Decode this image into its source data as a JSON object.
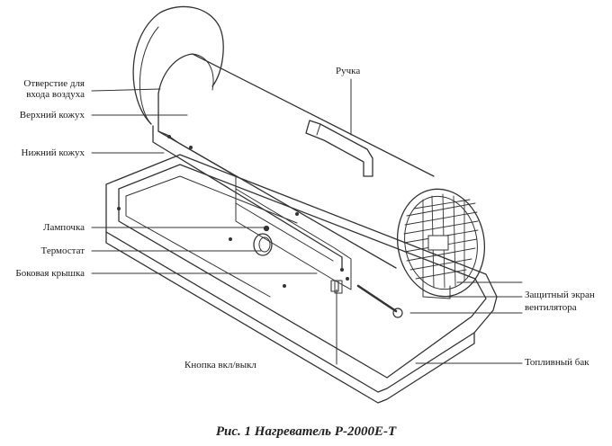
{
  "labels": {
    "air_inlet_line1": "Отверстие для",
    "air_inlet_line2": "входа воздуха",
    "upper_casing": "Верхний кожух",
    "lower_casing": "Нижний кожух",
    "lamp": "Лампочка",
    "thermostat": "Термостат",
    "side_cover": "Боковая крышка",
    "power_button": "Кнопка вкл/выкл",
    "handle": "Ручка",
    "fan_guard_line1": "Защитный экран",
    "fan_guard_line2": "вентилятора",
    "fuel_tank": "Топливный бак"
  },
  "caption": "Рис. 1  Нагреватель Р-2000Е-Т"
}
